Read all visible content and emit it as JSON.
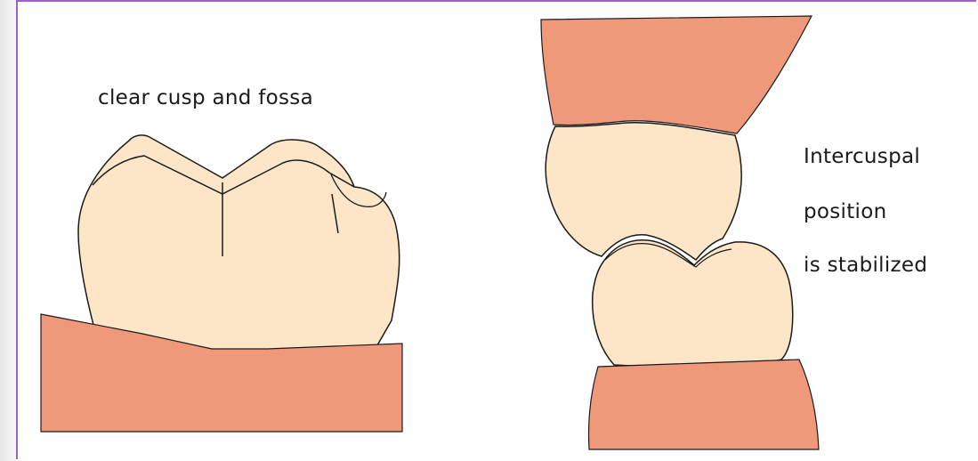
{
  "figure": {
    "left_caption": "clear cusp and fossa",
    "right_caption_lines": [
      "Intercuspal",
      "position",
      "is stabilized"
    ]
  },
  "colors": {
    "frame_border": "#9b5fd0",
    "tooth_fill": "#fde6c8",
    "gum_fill": "#f0987a",
    "outline": "#1a1a1a"
  }
}
